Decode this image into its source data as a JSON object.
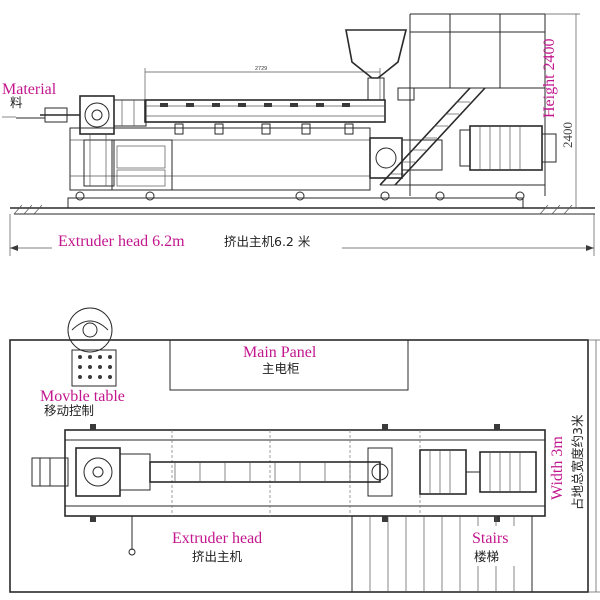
{
  "side_view": {
    "material_en": "Material",
    "material_cn": "料",
    "head_length_en": "Extruder head 6.2m",
    "head_length_cn": "挤出主机6.2 米",
    "height_en": "Height 2400",
    "height_value": "2400",
    "top_dim": "2729"
  },
  "top_view": {
    "main_panel_en": "Main Panel",
    "main_panel_cn": "主电柜",
    "movable_table_en": "Movble table",
    "movable_table_cn": "移动控制",
    "extruder_head_en": "Extruder head",
    "extruder_head_cn": "挤出主机",
    "stairs_en": "Stairs",
    "stairs_cn": "楼梯",
    "width_en": "Width 3m",
    "width_cn": "占地总宽度约3米"
  }
}
